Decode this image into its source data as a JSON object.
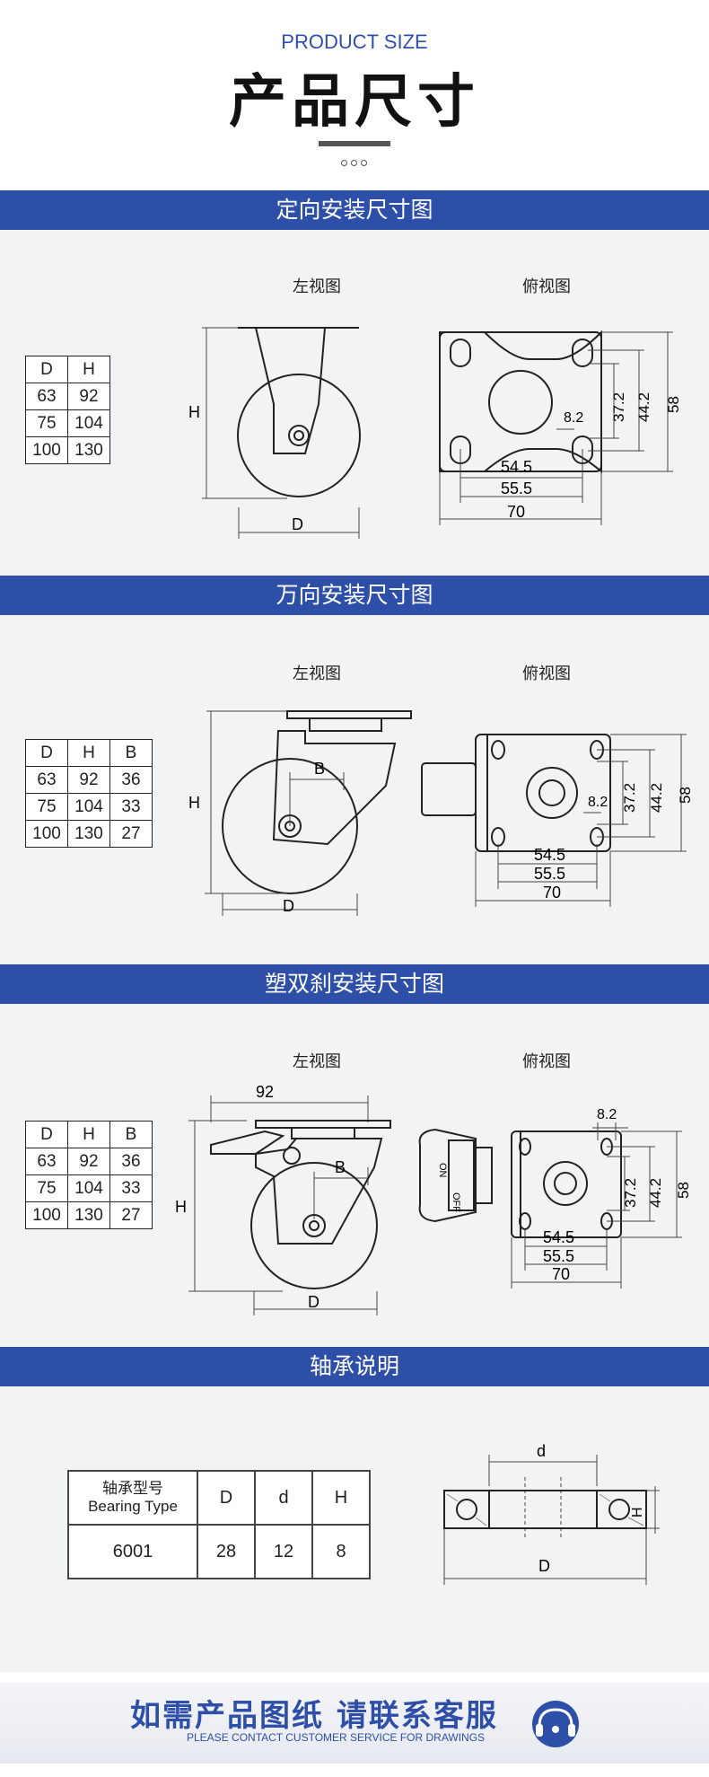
{
  "header": {
    "title_en": "PRODUCT SIZE",
    "title_cn": "产品尺寸"
  },
  "sections": [
    {
      "title": "定向安装尺寸图",
      "left_view": "左视图",
      "top_view": "俯视图",
      "table": {
        "headers": [
          "D",
          "H"
        ],
        "rows": [
          [
            "63",
            "92"
          ],
          [
            "75",
            "104"
          ],
          [
            "100",
            "130"
          ]
        ]
      },
      "labels": {
        "H": "H",
        "D": "D",
        "w1": "54.5",
        "w2": "55.5",
        "w3": "70",
        "h1": "37.2",
        "h2": "44.2",
        "h3": "58",
        "hole": "8.2"
      }
    },
    {
      "title": "万向安装尺寸图",
      "left_view": "左视图",
      "top_view": "俯视图",
      "table": {
        "headers": [
          "D",
          "H",
          "B"
        ],
        "rows": [
          [
            "63",
            "92",
            "36"
          ],
          [
            "75",
            "104",
            "33"
          ],
          [
            "100",
            "130",
            "27"
          ]
        ]
      },
      "labels": {
        "H": "H",
        "D": "D",
        "B": "B",
        "w1": "54.5",
        "w2": "55.5",
        "w3": "70",
        "h1": "37.2",
        "h2": "44.2",
        "h3": "58",
        "hole": "8.2"
      }
    },
    {
      "title": "塑双刹安装尺寸图",
      "left_view": "左视图",
      "top_view": "俯视图",
      "table": {
        "headers": [
          "D",
          "H",
          "B"
        ],
        "rows": [
          [
            "63",
            "92",
            "36"
          ],
          [
            "75",
            "104",
            "33"
          ],
          [
            "100",
            "130",
            "27"
          ]
        ]
      },
      "labels": {
        "H": "H",
        "D": "D",
        "B": "B",
        "top": "92",
        "w1": "54.5",
        "w2": "55.5",
        "w3": "70",
        "h1": "37.2",
        "h2": "44.2",
        "h3": "58",
        "hole": "8.2",
        "on": "ON",
        "off": "OFF"
      }
    }
  ],
  "bearing": {
    "title": "轴承说明",
    "table": {
      "header_cn": "轴承型号",
      "header_en": "Bearing Type",
      "headers": [
        "D",
        "d",
        "H"
      ],
      "row": [
        "6001",
        "28",
        "12",
        "8"
      ]
    },
    "labels": {
      "d": "d",
      "D": "D",
      "H": "H"
    }
  },
  "footer": {
    "cta_cn": "如需产品图纸 请联系客服",
    "cta_en": "PLEASE CONTACT CUSTOMER SERVICE FOR DRAWINGS",
    "icon": "headset-icon"
  },
  "colors": {
    "accent": "#2e4fa8",
    "section_bg": "#f2f3f5"
  }
}
